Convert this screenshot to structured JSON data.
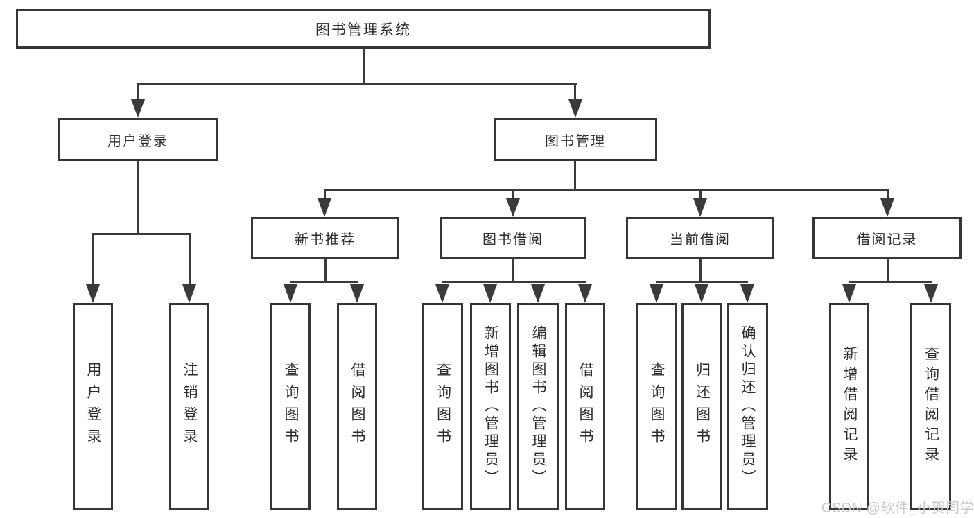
{
  "colors": {
    "line": "#3a3a3a",
    "box_border": "#363636",
    "text": "#2d2d2d",
    "watermark": "#c9c9c9",
    "background": "#ffffff"
  },
  "watermark": {
    "text": "CSDN @软件_小贺同学"
  },
  "tree": {
    "root": {
      "label": "图书管理系统"
    },
    "user_login": {
      "label": "用户登录",
      "children": [
        {
          "label": "用户登录"
        },
        {
          "label": "注销登录"
        }
      ]
    },
    "book_mgmt": {
      "label": "图书管理",
      "groups": [
        {
          "label": "新书推荐",
          "children": [
            {
              "label": "查询图书"
            },
            {
              "label": "借阅图书"
            }
          ]
        },
        {
          "label": "图书借阅",
          "children": [
            {
              "label": "查询图书"
            },
            {
              "label": "新增图书（管理员）"
            },
            {
              "label": "编辑图书（管理员）"
            },
            {
              "label": "借阅图书"
            }
          ]
        },
        {
          "label": "当前借阅",
          "children": [
            {
              "label": "查询图书"
            },
            {
              "label": "归还图书"
            },
            {
              "label": "确认归还（管理员）"
            }
          ]
        },
        {
          "label": "借阅记录",
          "children": [
            {
              "label": "新增借阅记录"
            },
            {
              "label": "查询借阅记录"
            }
          ]
        }
      ]
    }
  }
}
